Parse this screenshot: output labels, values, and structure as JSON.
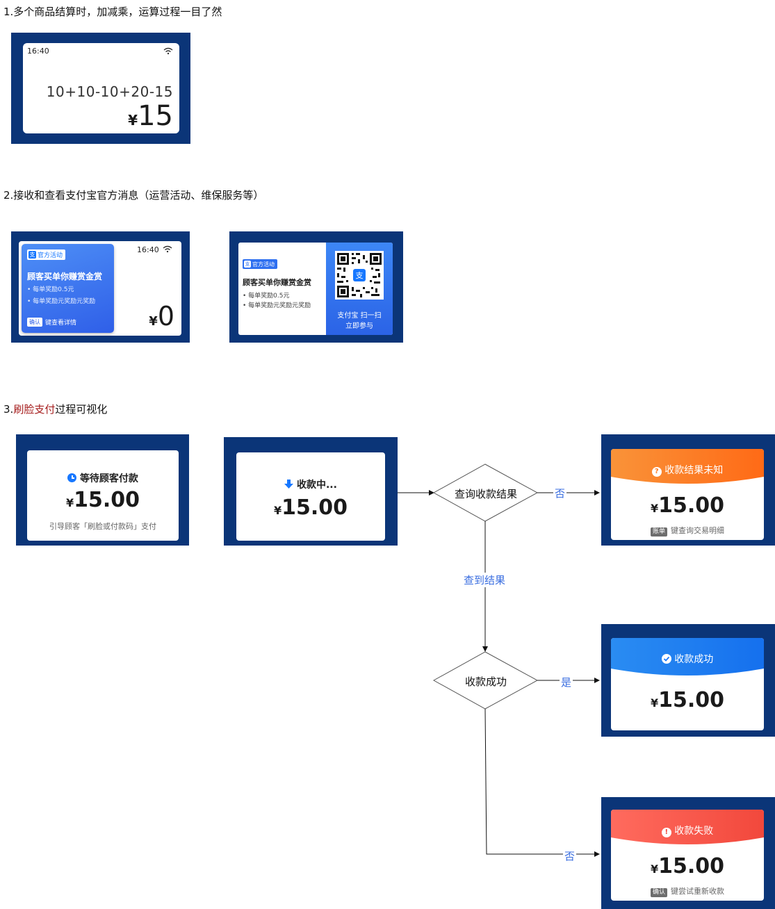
{
  "sections": {
    "s1_title": "1.多个商品结算时，加减乘，运算过程一目了然",
    "s2_title": "2.接收和查看支付宝官方消息（运营活动、维保服务等）",
    "s3_prefix": "3.",
    "s3_highlight": "刷脸支付",
    "s3_suffix": "过程可视化"
  },
  "calc_screen": {
    "time": "16:40",
    "expression": "10+10-10+20-15",
    "currency": "¥",
    "amount": "15"
  },
  "message_screen_a": {
    "badge": "官方活动",
    "title": "顾客买单你赚赏金赏",
    "bullet1": "• 每单奖励0.5元",
    "bullet2": "• 每单奖励元奖励元奖励",
    "confirm_chip": "确认",
    "confirm_text": "键查看详情",
    "time": "16:40",
    "currency": "¥",
    "amount": "0"
  },
  "message_screen_b": {
    "badge": "官方活动",
    "title": "顾客买单你赚赏金赏",
    "bullet1": "• 每单奖励0.5元",
    "bullet2": "• 每单奖励元奖励元奖励",
    "qr_caption1": "支付宝 扫一扫",
    "qr_caption2": "立即参与"
  },
  "flow": {
    "waiting": {
      "title": "等待顾客付款",
      "currency": "¥",
      "amount": "15.00",
      "hint": "引导顾客「刷脸或付款码」支付"
    },
    "collecting": {
      "title": "收款中...",
      "currency": "¥",
      "amount": "15.00"
    },
    "query_diamond": "查询收款结果",
    "success_diamond": "收款成功",
    "label_no_1": "否",
    "label_found": "查到结果",
    "label_yes": "是",
    "label_no_2": "否",
    "unknown": {
      "title": "收款结果未知",
      "currency": "¥",
      "amount": "15.00",
      "chip": "账单",
      "hint": "键查询交易明细",
      "color_from": "#f99339",
      "color_to": "#ff6a16"
    },
    "success": {
      "title": "收款成功",
      "currency": "¥",
      "amount": "15.00",
      "color_from": "#2a8cf2",
      "color_to": "#1570ee"
    },
    "fail": {
      "title": "收款失败",
      "currency": "¥",
      "amount": "15.00",
      "chip": "确认",
      "hint": "键尝试重新收款",
      "color_from": "#ff6b5e",
      "color_to": "#f2483c"
    }
  }
}
